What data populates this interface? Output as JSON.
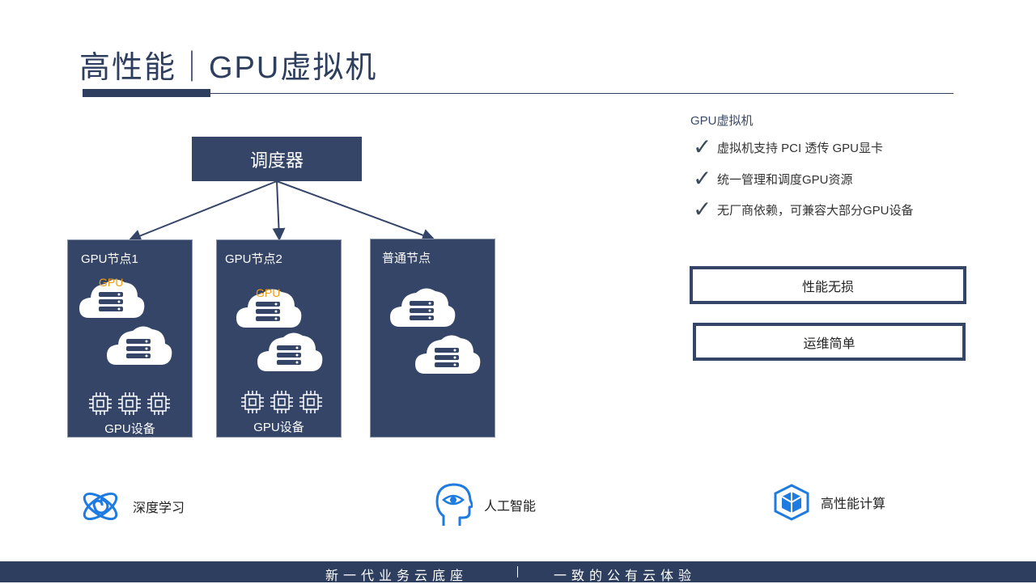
{
  "title": "高性能｜GPU虚拟机",
  "diagram": {
    "scheduler": "调度器",
    "nodes": [
      {
        "label": "GPU节点1",
        "gpu_tag": "GPU",
        "device_label": "GPU设备"
      },
      {
        "label": "GPU节点2",
        "gpu_tag": "GPU",
        "device_label": "GPU设备"
      },
      {
        "label": "普通节点"
      }
    ]
  },
  "right_panel": {
    "title": "GPU虚拟机",
    "checks": [
      "虚拟机支持 PCI 透传 GPU显卡",
      "统一管理和调度GPU资源",
      "无厂商依赖，可兼容大部分GPU设备"
    ],
    "check_icon": "check-mark",
    "boxes": [
      "性能无损",
      "运维简单"
    ]
  },
  "features": [
    {
      "label": "深度学习",
      "icon": "atom-icon"
    },
    {
      "label": "人工智能",
      "icon": "head-eye-icon"
    },
    {
      "label": "高性能计算",
      "icon": "cube-icon"
    }
  ],
  "footer": {
    "left": "新一代业务云底座",
    "right": "一致的公有云体验"
  },
  "colors": {
    "navy": "#344568",
    "accent_orange": "#f39c12",
    "icon_blue": "#1e7be0"
  }
}
